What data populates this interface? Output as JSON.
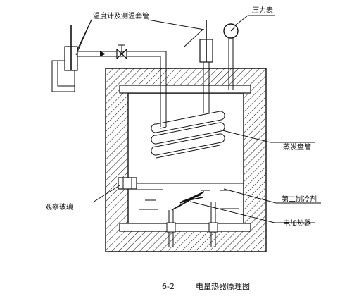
{
  "labels": {
    "thermometer_sleeve": "温度计及测温套管",
    "pressure_gauge": "压力表",
    "evaporator_coil": "蒸发盘管",
    "sight_glass": "观察玻璃",
    "secondary_refrigerant": "第二制冷剂",
    "electric_heater": "电加热器"
  },
  "caption": {
    "number": "6-2",
    "title": "电量热器原理图"
  }
}
